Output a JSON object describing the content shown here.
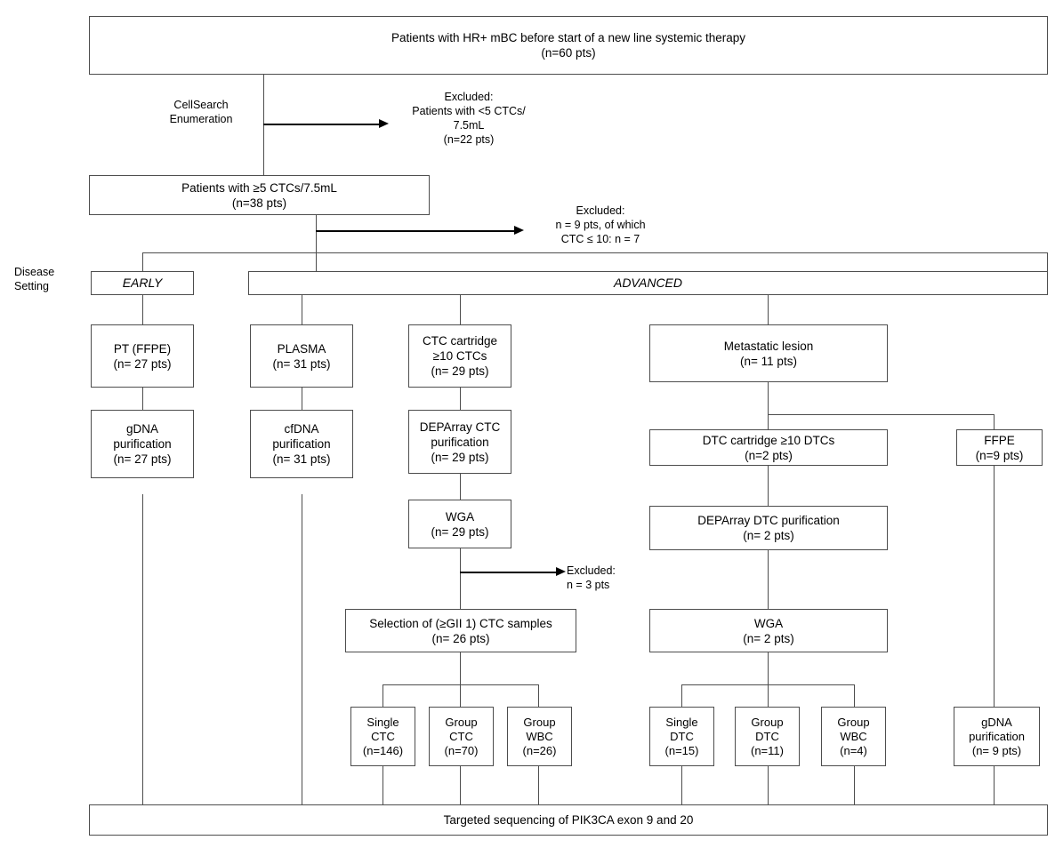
{
  "diagram": {
    "title": "CONSORT-style patient flow diagram for PIK3CA targeted sequencing study",
    "side_label": {
      "line1": "Disease",
      "line2": "Setting"
    },
    "nodes": {
      "top": {
        "line1": "Patients with HR+ mBC before start of a new line systemic therapy",
        "line2": "(n=60 pts)"
      },
      "cellsearch": {
        "line1": "CellSearch",
        "line2": "Enumeration"
      },
      "excluded1": {
        "line1": "Excluded:",
        "line2": "Patients with <5 CTCs/",
        "line3": "7.5mL",
        "line4": "(n=22 pts)"
      },
      "eligible": {
        "line1": "Patients with ≥5 CTCs/7.5mL",
        "line2": "(n=38 pts)"
      },
      "excluded2": {
        "line1": "Excluded:",
        "line2": "n = 9 pts, of which",
        "line3": "CTC ≤ 10: n = 7"
      },
      "early": {
        "line1": "EARLY"
      },
      "advanced": {
        "line1": "ADVANCED"
      },
      "pt_ffpe": {
        "line1": "PT (FFPE)",
        "line2": "(n= 27 pts)"
      },
      "plasma": {
        "line1": "PLASMA",
        "line2": "(n= 31 pts)"
      },
      "ctc_cartridge": {
        "line1": "CTC cartridge",
        "line2": "≥10 CTCs",
        "line3": "(n= 29 pts)"
      },
      "met_lesion": {
        "line1": "Metastatic lesion",
        "line2": "(n= 11 pts)"
      },
      "gdna_left": {
        "line1": "gDNA",
        "line2": "purification",
        "line3": "(n= 27 pts)"
      },
      "cfdna": {
        "line1": "cfDNA",
        "line2": "purification",
        "line3": "(n= 31 pts)"
      },
      "deparray_ctc": {
        "line1": "DEPArray CTC",
        "line2": "purification",
        "line3": "(n= 29 pts)"
      },
      "dtc_cartridge": {
        "line1": "DTC cartridge ≥10 DTCs",
        "line2": "(n=2 pts)"
      },
      "ffpe_right": {
        "line1": "FFPE",
        "line2": "(n=9 pts)"
      },
      "wga_ctc": {
        "line1": "WGA",
        "line2": "(n= 29 pts)"
      },
      "deparray_dtc": {
        "line1": "DEPArray DTC purification",
        "line2": "(n= 2 pts)"
      },
      "excluded3": {
        "line1": "Excluded:",
        "line2": "n = 3 pts"
      },
      "selection_ctc": {
        "line1": "Selection of (≥GII 1) CTC samples",
        "line2": "(n= 26 pts)"
      },
      "wga_dtc": {
        "line1": "WGA",
        "line2": "(n= 2 pts)"
      },
      "single_ctc": {
        "line1": "Single",
        "line2": "CTC",
        "line3": "(n=146)"
      },
      "group_ctc": {
        "line1": "Group",
        "line2": "CTC",
        "line3": "(n=70)"
      },
      "group_wbc_left": {
        "line1": "Group",
        "line2": "WBC",
        "line3": "(n=26)"
      },
      "single_dtc": {
        "line1": "Single",
        "line2": "DTC",
        "line3": "(n=15)"
      },
      "group_dtc": {
        "line1": "Group",
        "line2": "DTC",
        "line3": "(n=11)"
      },
      "group_wbc_right": {
        "line1": "Group",
        "line2": "WBC",
        "line3": "(n=4)"
      },
      "gdna_right": {
        "line1": "gDNA",
        "line2": "purification",
        "line3": "(n= 9 pts)"
      },
      "bottom": {
        "line1": "Targeted sequencing of PIK3CA exon 9 and 20"
      }
    },
    "colors": {
      "box_border": "#4d4d4d",
      "connector": "#4d4d4d",
      "arrow": "#000000",
      "text": "#000000",
      "background": "#ffffff"
    }
  }
}
